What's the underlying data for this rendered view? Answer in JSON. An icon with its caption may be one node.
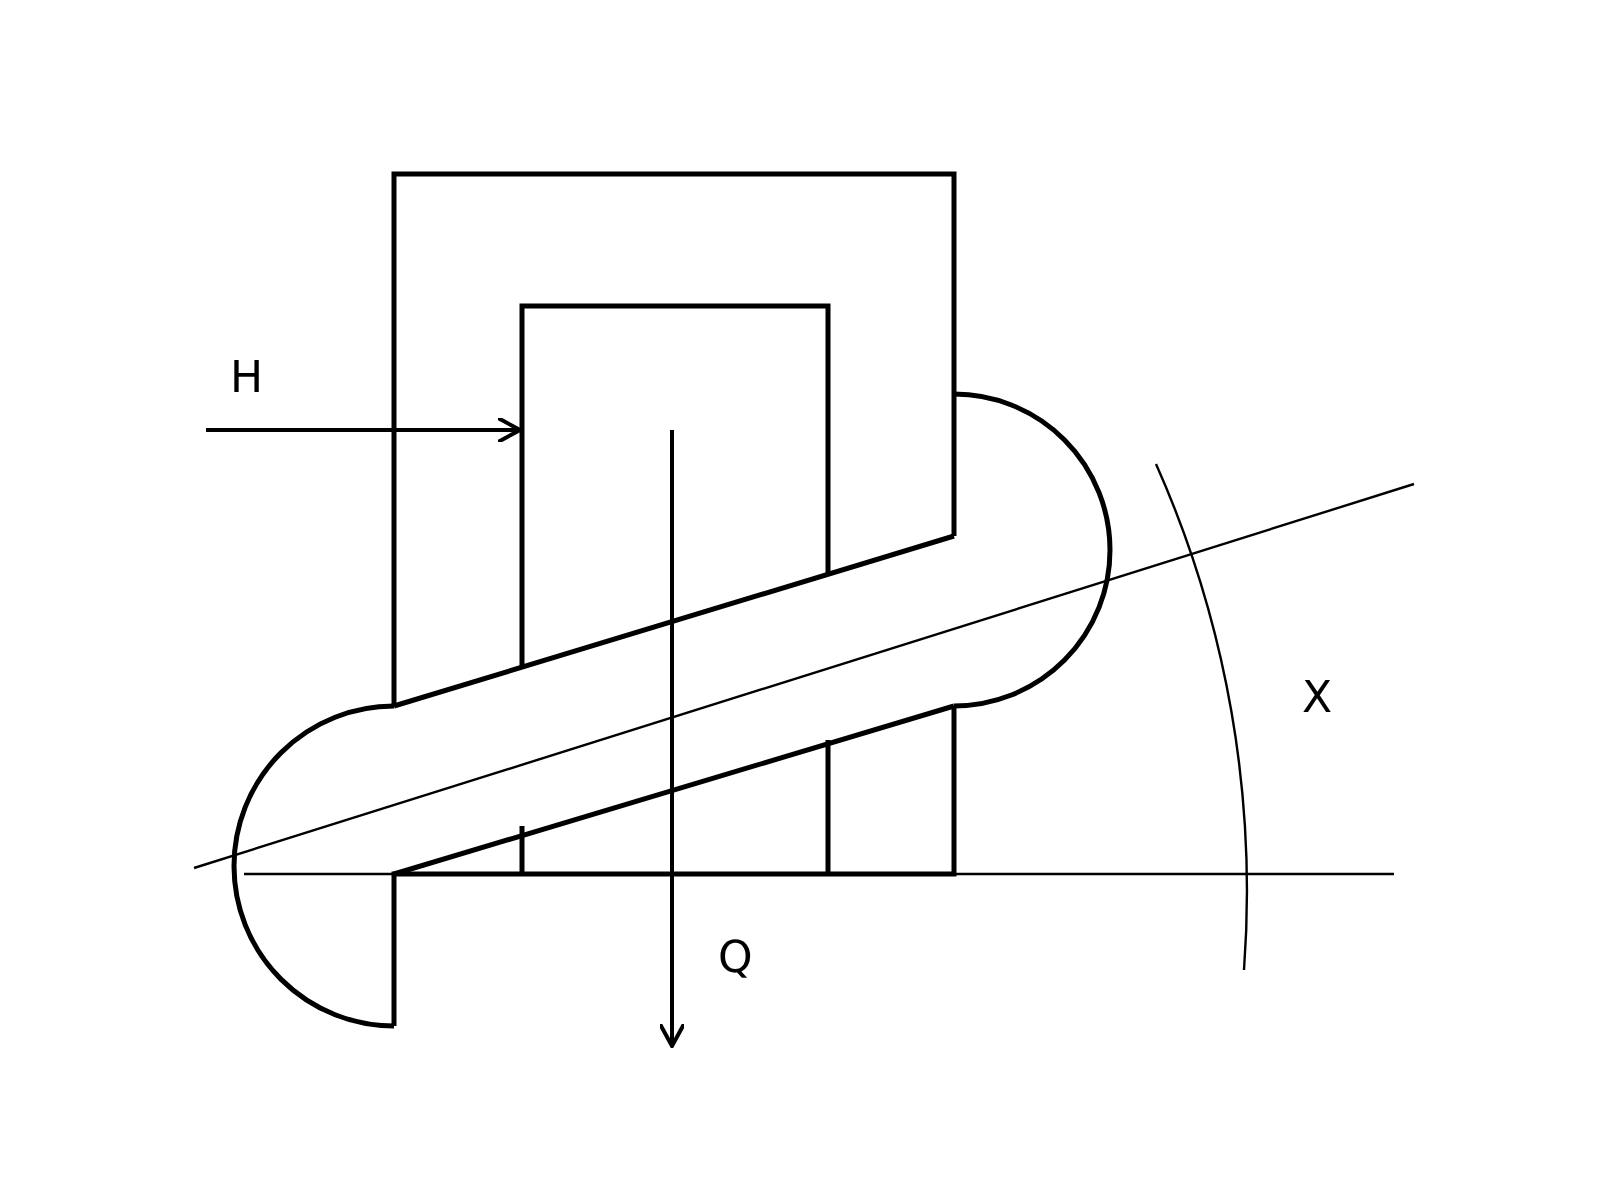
{
  "diagram": {
    "labels": [
      "H",
      "X",
      "Q"
    ]
  }
}
